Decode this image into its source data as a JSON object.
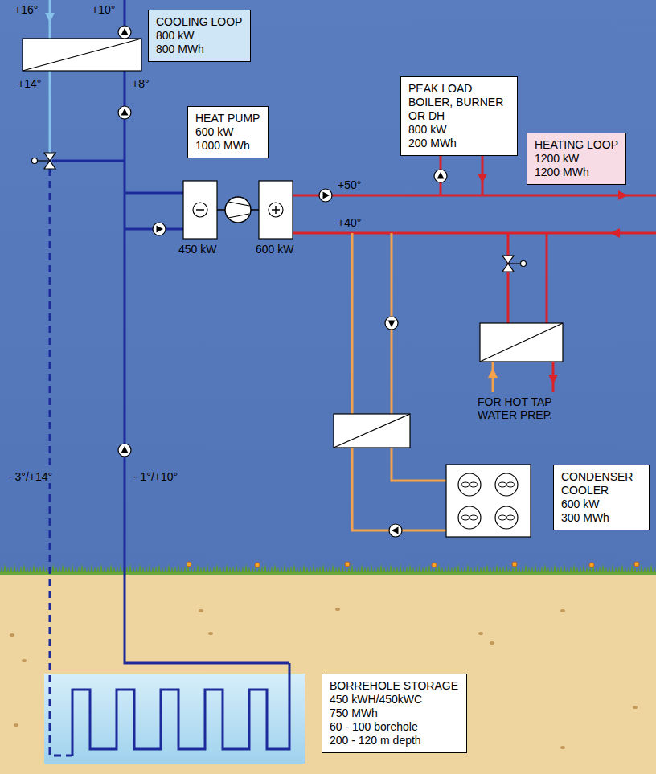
{
  "diagram": {
    "nodes": [
      {
        "text": [
          "COOLING LOOP",
          "800 kW",
          "800 MWh"
        ]
      },
      {
        "text": [
          "PEAK LOAD BOILER, BURNER OR DH",
          "800 kW",
          "200 MWh"
        ]
      },
      {
        "text": [
          "HEAT PUMP",
          "600 kW",
          "1000 MWh"
        ]
      },
      {
        "text": [
          "HEATING LOOP",
          "1200 kW",
          "1200 MWh"
        ]
      },
      {
        "text": [
          "CONDENSER COOLER",
          "600 kW",
          "300 MWh"
        ]
      },
      {
        "text": [
          "BORREHOLE STORAGE",
          "450 kWH/450kWC",
          "750 MWh",
          "60 - 100 borehole",
          "200 - 120 m depth"
        ]
      }
    ],
    "labels": [
      "+16°",
      "+10°",
      "+14°",
      "+8°",
      "- 3°/+14°",
      "- 1°/+10°",
      "450 kW",
      "600 kW",
      "+50°",
      "+40°",
      "FOR HOT TAP WATER PREP."
    ]
  }
}
